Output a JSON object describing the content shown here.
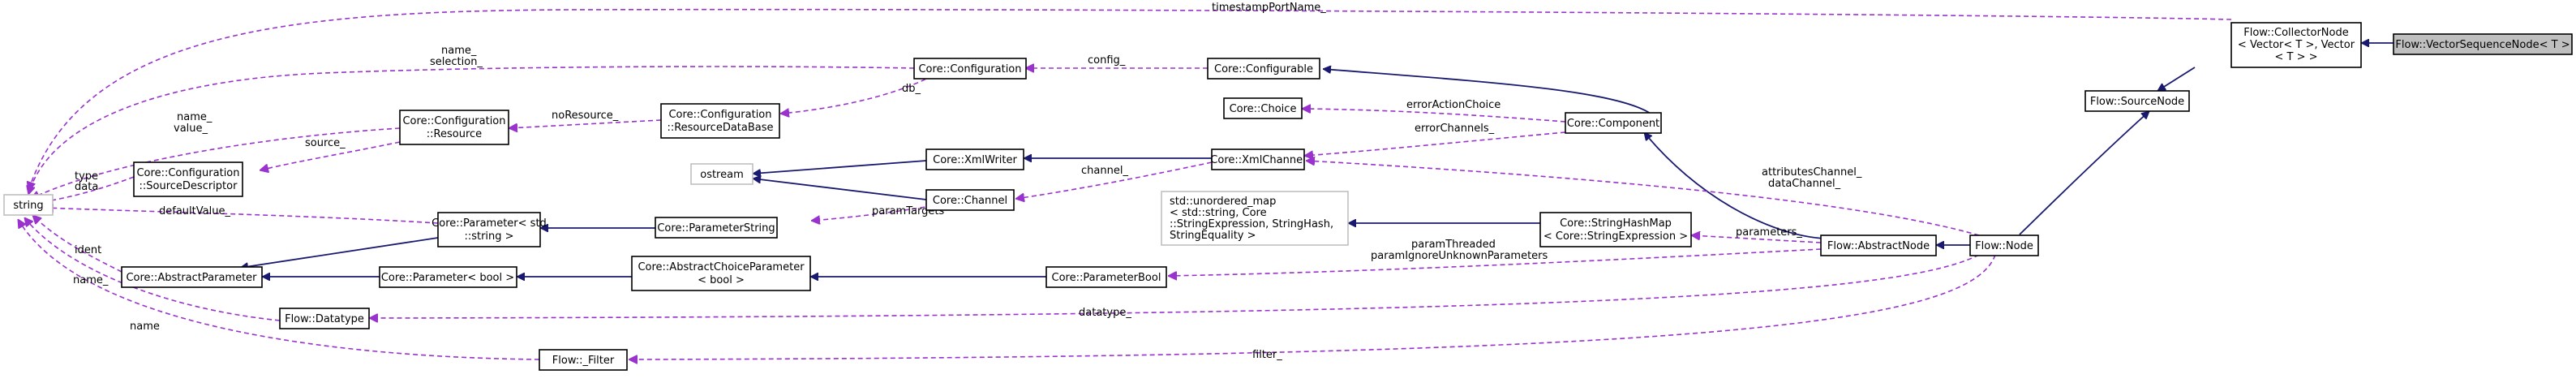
{
  "diagram": {
    "nodes": {
      "string": "string",
      "ostream": "ostream",
      "vector_sequence_node": "Flow::VectorSequenceNode< T >",
      "collector_node": [
        "Flow::CollectorNode",
        "< Vector< T >, Vector",
        "< T > >"
      ],
      "source_node": "Flow::SourceNode",
      "node": "Flow::Node",
      "abstract_node": "Flow::AbstractNode",
      "component": "Core::Component",
      "configurable": "Core::Configurable",
      "configuration": "Core::Configuration",
      "choice": "Core::Choice",
      "xml_writer": "Core::XmlWriter",
      "xml_channel": "Core::XmlChannel",
      "channel": "Core::Channel",
      "resource": [
        "Core::Configuration",
        "::Resource"
      ],
      "resource_database": [
        "Core::Configuration",
        "::ResourceDataBase"
      ],
      "source_descriptor": [
        "Core::Configuration",
        "::SourceDescriptor"
      ],
      "parameter_string_template": [
        "Core::Parameter< std",
        "::string >"
      ],
      "parameter_string": "Core::ParameterString",
      "abstract_parameter": "Core::AbstractParameter",
      "parameter_bool_template": "Core::Parameter< bool >",
      "abstract_choice_parameter": [
        "Core::AbstractChoiceParameter",
        "< bool >"
      ],
      "parameter_bool": "Core::ParameterBool",
      "unordered_map": [
        "std::unordered_map",
        "< std::string, Core",
        "::StringExpression, StringHash,",
        "StringEquality >"
      ],
      "string_hash_map": [
        "Core::StringHashMap",
        "< Core::StringExpression >"
      ],
      "datatype": "Flow::Datatype",
      "filter": "Flow::_Filter"
    },
    "edge_labels": {
      "timestamp_port_name": "timestampPortName_",
      "name_selection": [
        "name_",
        "selection_"
      ],
      "config": "config_",
      "db": "db_",
      "no_resource": "noResource_",
      "name_value": [
        "name_",
        "value_"
      ],
      "source": "source_",
      "type_data": [
        "type",
        "data"
      ],
      "default_value": "defaultValue_",
      "ident": "ident",
      "name_": "name_",
      "name": "name",
      "error_action_choice": "errorActionChoice",
      "error_channels": "errorChannels_",
      "channel": "channel_",
      "param_targets": "paramTargets",
      "attributes_channel": [
        "attributesChannel_",
        "dataChannel_"
      ],
      "parameters": "parameters_",
      "param_threaded": [
        "paramThreaded",
        "paramIgnoreUnknownParameters"
      ],
      "datatype": "datatype_",
      "filter": "filter_"
    }
  }
}
